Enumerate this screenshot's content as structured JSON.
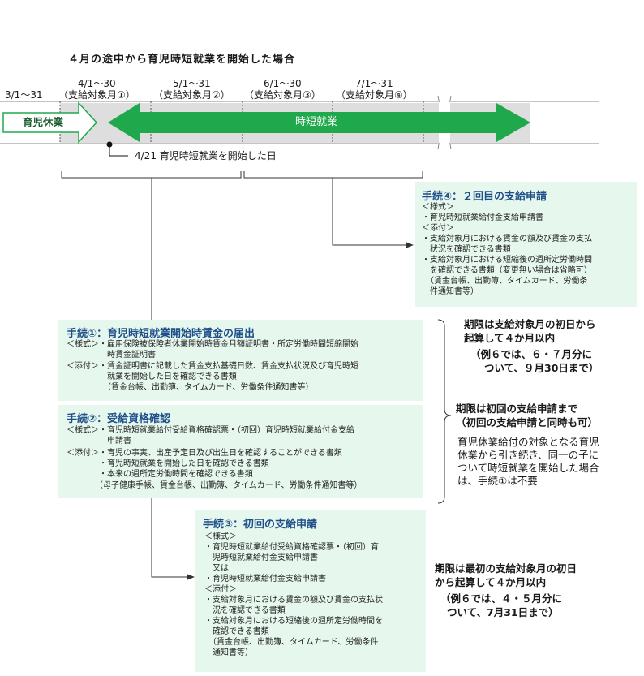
{
  "title": "４月の途中から育児時短就業を開始した場合",
  "timeline": {
    "periods": [
      {
        "range": "3/1～31",
        "label": ""
      },
      {
        "range": "4/1～30",
        "label": "（支給対象月①）"
      },
      {
        "range": "5/1～31",
        "label": "（支給対象月②）"
      },
      {
        "range": "6/1～30",
        "label": "（支給対象月③）"
      },
      {
        "range": "7/1～31",
        "label": "（支給対象月④）"
      }
    ],
    "leave_label": "育児休業",
    "short_work_label": "時短就業",
    "start_note": "4/21 育児時短就業を開始した日"
  },
  "procedures": {
    "p1": {
      "title": "手続①：育児時短就業開始時賃金の届出",
      "lines": [
        "＜様式＞・雇用保険被保険者休業開始時賃金月額証明書・所定労働時間短縮開始",
        "　　　　　時賃金証明書",
        "＜添付＞・賃金証明書に記載した賃金支払基礎日数、賃金支払状況及び育児時短",
        "　　　　　就業を開始した日を確認できる書類",
        "　　　　　（賃金台帳、出勤簿、タイムカード、労働条件通知書等）"
      ]
    },
    "p2": {
      "title": "手続②：受給資格確認",
      "lines": [
        "＜様式＞・育児時短就業給付受給資格確認票・（初回）育児時短就業給付金支給",
        "　　　　　申請書",
        "＜添付＞・育児の事実、出産予定日及び出生日を確認することができる書類",
        "　　　　・育児時短就業を開始した日を確認できる書類",
        "　　　　・本来の週所定労働時間を確認できる書類",
        "　　　　（母子健康手帳、賃金台帳、出勤簿、タイムカード、労働条件通知書等）"
      ]
    },
    "p3": {
      "title": "手続③：初回の支給申請",
      "lines": [
        "＜様式＞",
        "・育児時短就業給付受給資格確認票・（初回）育",
        "　児時短就業給付金支給申請書",
        "　又は",
        "・育児時短就業給付金支給申請書",
        "＜添付＞",
        "・支給対象月における賃金の額及び賃金の支払状",
        "　況を確認できる書類",
        "・支給対象月における短縮後の週所定労働時間を",
        "　確認できる書類",
        "　（賃金台帳、出勤簿、タイムカード、労働条件",
        "　通知書等）"
      ]
    },
    "p4": {
      "title": "手続④：２回目の支給申請",
      "lines": [
        "＜様式＞",
        "・育児時短就業給付金支給申請書",
        "＜添付＞",
        "・支給対象月における賃金の額及び賃金の支払",
        "　状況を確認できる書類",
        "・支給対象月における短縮後の週所定労働時間",
        "　を確認できる書類（変更無い場合は省略可）",
        "　（賃金台帳、出勤簿、タイムカード、労働条",
        "　件通知書等）"
      ]
    }
  },
  "deadlines": {
    "d1": [
      "期限は支給対象月の初日から",
      "起算して４か月以内",
      "（例６では、６・７月分に",
      "ついて、９月30日まで）"
    ],
    "d2": [
      "期限は初回の支給申請まで",
      "（初回の支給申請と同時も可）"
    ],
    "d2_note": [
      "育児休業給付の対象となる育児",
      "休業から引き続き、同一の子に",
      "ついて時短就業を開始した場合",
      "は、手続①は不要"
    ],
    "d3": [
      "期限は最初の支給対象月の初日",
      "から起算して４か月以内",
      "（例６では、４・５月分に",
      "ついて、7月31日まで）"
    ]
  },
  "colors": {
    "green": "#20a84d",
    "box": "#e6f7ee",
    "heading": "#1e4f8a",
    "gray_band": "#dedede"
  }
}
